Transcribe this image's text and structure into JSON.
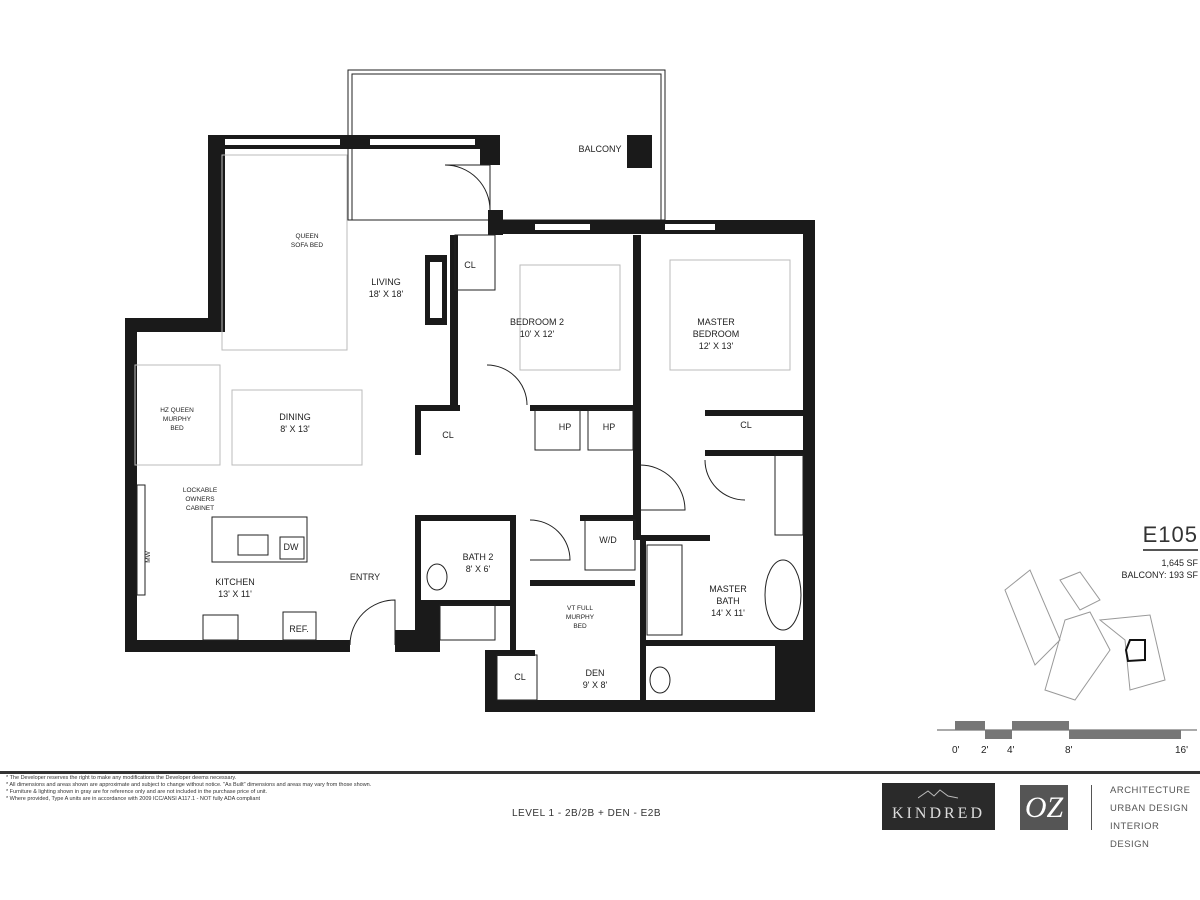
{
  "unit": {
    "name": "E105",
    "area": "1,645 SF",
    "balcony_area": "BALCONY: 193 SF"
  },
  "rooms": {
    "balcony": "BALCONY",
    "living": "LIVING",
    "living_dim": "18' X 18'",
    "sofa": [
      "QUEEN",
      "SOFA BED"
    ],
    "dining": "DINING",
    "dining_dim": "8' X 13'",
    "murphy_hz": [
      "HZ QUEEN",
      "MURPHY",
      "BED"
    ],
    "cabinet": [
      "LOCKABLE",
      "OWNERS",
      "CABINET"
    ],
    "kitchen": "KITCHEN",
    "kitchen_dim": "13' X 11'",
    "mw": "MW",
    "dw": "DW",
    "ref": "REF.",
    "entry": "ENTRY",
    "bedroom2": "BEDROOM 2",
    "bedroom2_dim": "10' X 12'",
    "master": [
      "MASTER",
      "BEDROOM"
    ],
    "master_dim": "12' X 13'",
    "cl": "CL",
    "hp": "HP",
    "wd": "W/D",
    "bath2": "BATH 2",
    "bath2_dim": "8' X 6'",
    "murphy_vt": [
      "VT FULL",
      "MURPHY",
      "BED"
    ],
    "den": "DEN",
    "den_dim": "9' X 8'",
    "master_bath": [
      "MASTER",
      "BATH"
    ],
    "master_bath_dim": "14' X 11'"
  },
  "scale": {
    "ticks": [
      "0'",
      "2'",
      "4'",
      "8'",
      "16'"
    ]
  },
  "notes": [
    "* The Developer reserves the right to make any modifications the Developer deems necessary.",
    "* All dimensions and areas shown are approximate and subject to change without notice. \"As Built\" dimensions and areas may vary from those shown.",
    "* Furniture & lighting shown in gray are for reference only and are not included in the purchase price of unit.",
    "* Where provided, Type A units are in accordance with 2009 ICC/ANSI A117.1 - NOT fully ADA compliant"
  ],
  "footer": {
    "level": "LEVEL 1 - 2B/2B + DEN - E2B",
    "kindred": "KINDRED",
    "oz": "OZ",
    "services": [
      "ARCHITECTURE",
      "URBAN DESIGN",
      "INTERIOR DESIGN"
    ]
  }
}
